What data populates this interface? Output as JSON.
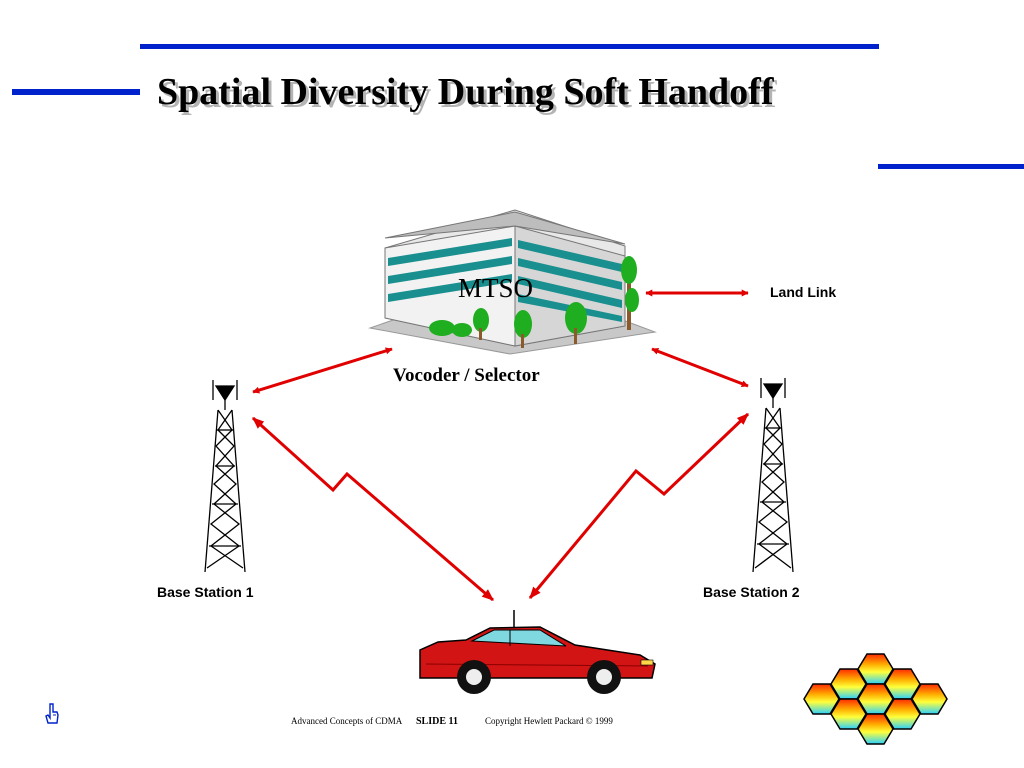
{
  "slide": {
    "title": "Spatial Diversity During Soft Handoff",
    "accent_color": "#0022cc",
    "link_color": "#e00000"
  },
  "diagram": {
    "mtso_label": "MTSO",
    "vocoder_label": "Vocoder / Selector",
    "land_link_label": "Land Link",
    "base_station_1_label": "Base Station 1",
    "base_station_2_label": "Base Station 2"
  },
  "footer": {
    "course": "Advanced Concepts of CDMA",
    "slide_number": "SLIDE  11",
    "copyright": "Copyright Hewlett Packard © 1999"
  },
  "icons": [
    "hand-pointer-icon",
    "cellular-hex-logo",
    "mtso-building-icon",
    "antenna-tower-icon",
    "car-icon"
  ]
}
